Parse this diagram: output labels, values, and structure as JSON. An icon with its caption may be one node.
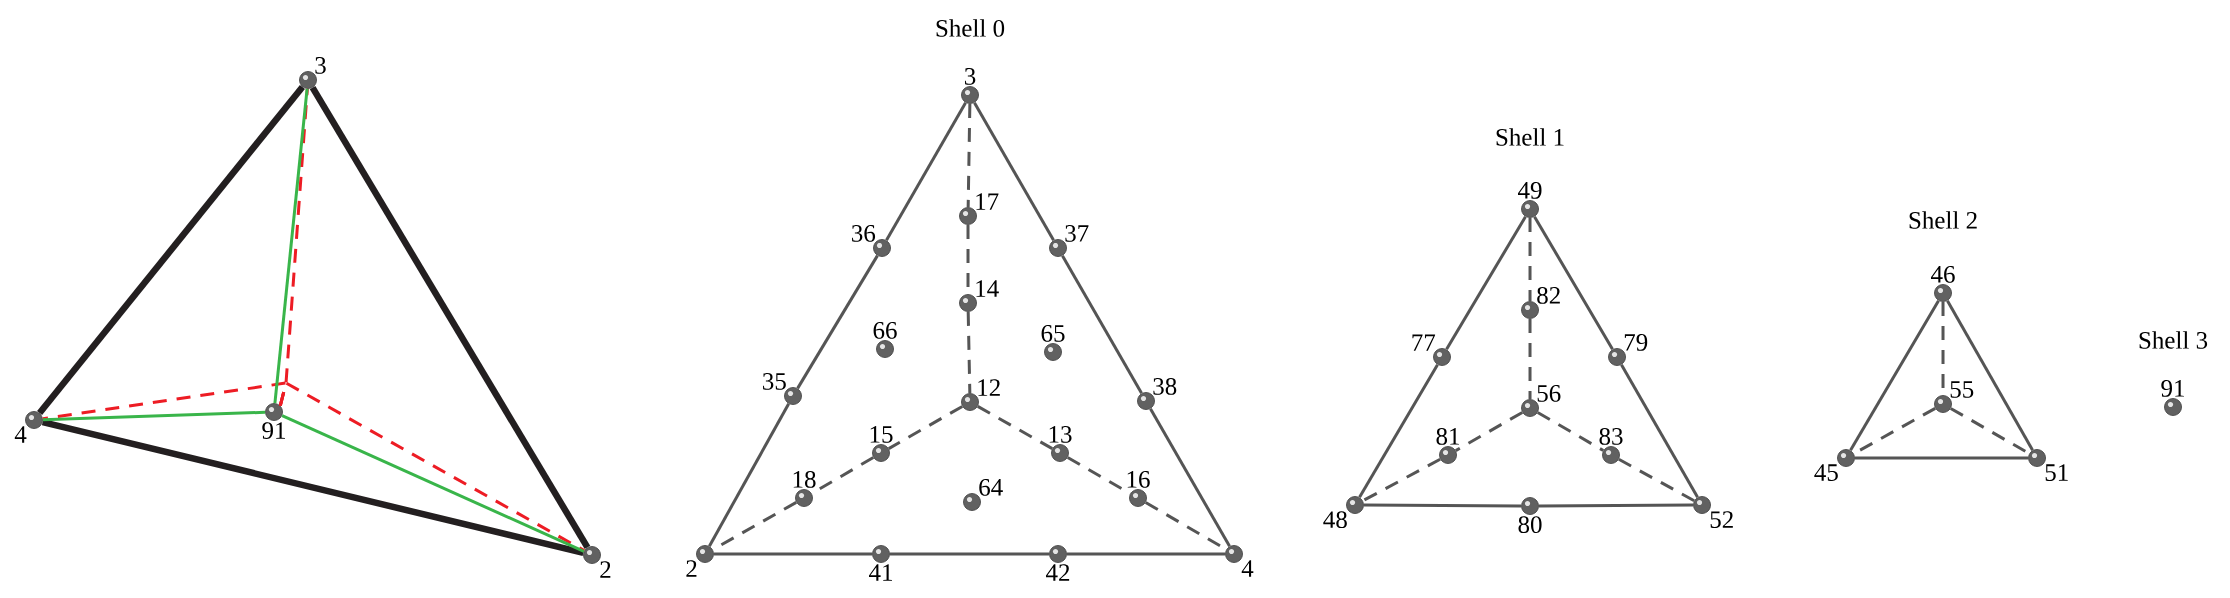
{
  "diagram": {
    "nodes": [
      {
        "text": [],
        "shape": "circle",
        "beside": [
          "3"
        ]
      },
      {
        "text": [],
        "shape": "circle",
        "beside": [
          "4"
        ]
      },
      {
        "text": [],
        "shape": "circle",
        "beside": [
          "91"
        ]
      },
      {
        "text": [],
        "shape": "circle",
        "beside": [
          "2"
        ]
      },
      {
        "text": [],
        "shape": "circle",
        "beside": [
          "3"
        ]
      },
      {
        "text": [],
        "shape": "circle",
        "beside": [
          "36"
        ]
      },
      {
        "text": [],
        "shape": "circle",
        "beside": [
          "17"
        ]
      },
      {
        "text": [],
        "shape": "circle",
        "beside": [
          "37"
        ]
      },
      {
        "text": [],
        "shape": "circle",
        "beside": [
          "14"
        ]
      },
      {
        "text": [],
        "shape": "circle",
        "beside": [
          "66"
        ]
      },
      {
        "text": [],
        "shape": "circle",
        "beside": [
          "65"
        ]
      },
      {
        "text": [],
        "shape": "circle",
        "beside": [
          "35"
        ]
      },
      {
        "text": [],
        "shape": "circle",
        "beside": [
          "12"
        ]
      },
      {
        "text": [],
        "shape": "circle",
        "beside": [
          "38"
        ]
      },
      {
        "text": [],
        "shape": "circle",
        "beside": [
          "15"
        ]
      },
      {
        "text": [],
        "shape": "circle",
        "beside": [
          "13"
        ]
      },
      {
        "text": [],
        "shape": "circle",
        "beside": [
          "18"
        ]
      },
      {
        "text": [],
        "shape": "circle",
        "beside": [
          "64"
        ]
      },
      {
        "text": [],
        "shape": "circle",
        "beside": [
          "16"
        ]
      },
      {
        "text": [],
        "shape": "circle",
        "beside": [
          "2"
        ]
      },
      {
        "text": [],
        "shape": "circle",
        "beside": [
          "41"
        ]
      },
      {
        "text": [],
        "shape": "circle",
        "beside": [
          "42"
        ]
      },
      {
        "text": [],
        "shape": "circle",
        "beside": [
          "4"
        ]
      },
      {
        "text": [],
        "shape": "circle",
        "beside": [
          "49"
        ]
      },
      {
        "text": [],
        "shape": "circle",
        "beside": [
          "82"
        ]
      },
      {
        "text": [],
        "shape": "circle",
        "beside": [
          "77"
        ]
      },
      {
        "text": [],
        "shape": "circle",
        "beside": [
          "79"
        ]
      },
      {
        "text": [],
        "shape": "circle",
        "beside": [
          "56"
        ]
      },
      {
        "text": [],
        "shape": "circle",
        "beside": [
          "81"
        ]
      },
      {
        "text": [],
        "shape": "circle",
        "beside": [
          "83"
        ]
      },
      {
        "text": [],
        "shape": "circle",
        "beside": [
          "48"
        ]
      },
      {
        "text": [],
        "shape": "circle",
        "beside": [
          "80"
        ]
      },
      {
        "text": [],
        "shape": "circle",
        "beside": [
          "52"
        ]
      },
      {
        "text": [],
        "shape": "circle",
        "beside": [
          "46"
        ]
      },
      {
        "text": [],
        "shape": "circle",
        "beside": [
          "55"
        ]
      },
      {
        "text": [],
        "shape": "circle",
        "beside": [
          "45"
        ]
      },
      {
        "text": [],
        "shape": "circle",
        "beside": [
          "51"
        ]
      },
      {
        "text": [],
        "shape": "circle",
        "beside": [
          "91"
        ]
      }
    ],
    "edges": [
      {
        "from": 0,
        "to": 1,
        "arrow": "none",
        "style": "thick",
        "color": "#231f20"
      },
      {
        "from": 1,
        "to": 3,
        "arrow": "none",
        "style": "thick",
        "color": "#231f20"
      },
      {
        "from": 0,
        "to": 3,
        "arrow": "none",
        "style": "thick",
        "color": "#231f20"
      },
      {
        "from": 2,
        "to": 0,
        "arrow": "none",
        "style": "dashed",
        "color": "#ed1c24"
      },
      {
        "from": 2,
        "to": 1,
        "arrow": "none",
        "style": "dashed",
        "color": "#ed1c24"
      },
      {
        "from": 2,
        "to": 3,
        "arrow": "none",
        "style": "dashed",
        "color": "#ed1c24"
      },
      {
        "from": 2,
        "to": 0,
        "arrow": "none",
        "color": "#39b54a"
      },
      {
        "from": 2,
        "to": 1,
        "arrow": "none",
        "color": "#39b54a"
      },
      {
        "from": 2,
        "to": 3,
        "arrow": "none",
        "color": "#39b54a"
      },
      {
        "from": 4,
        "to": 5,
        "arrow": "none"
      },
      {
        "from": 5,
        "to": 11,
        "arrow": "none"
      },
      {
        "from": 11,
        "to": 19,
        "arrow": "none"
      },
      {
        "from": 19,
        "to": 20,
        "arrow": "none"
      },
      {
        "from": 20,
        "to": 21,
        "arrow": "none"
      },
      {
        "from": 21,
        "to": 22,
        "arrow": "none"
      },
      {
        "from": 22,
        "to": 13,
        "arrow": "none"
      },
      {
        "from": 13,
        "to": 7,
        "arrow": "none"
      },
      {
        "from": 7,
        "to": 4,
        "arrow": "none"
      },
      {
        "from": 4,
        "to": 6,
        "arrow": "none",
        "style": "dashed"
      },
      {
        "from": 6,
        "to": 8,
        "arrow": "none",
        "style": "dashed"
      },
      {
        "from": 8,
        "to": 12,
        "arrow": "none",
        "style": "dashed"
      },
      {
        "from": 12,
        "to": 14,
        "arrow": "none",
        "style": "dashed"
      },
      {
        "from": 14,
        "to": 16,
        "arrow": "none",
        "style": "dashed"
      },
      {
        "from": 16,
        "to": 19,
        "arrow": "none",
        "style": "dashed"
      },
      {
        "from": 12,
        "to": 15,
        "arrow": "none",
        "style": "dashed"
      },
      {
        "from": 15,
        "to": 18,
        "arrow": "none",
        "style": "dashed"
      },
      {
        "from": 18,
        "to": 22,
        "arrow": "none",
        "style": "dashed"
      },
      {
        "from": 23,
        "to": 25,
        "arrow": "none"
      },
      {
        "from": 25,
        "to": 30,
        "arrow": "none"
      },
      {
        "from": 30,
        "to": 31,
        "arrow": "none"
      },
      {
        "from": 31,
        "to": 32,
        "arrow": "none"
      },
      {
        "from": 32,
        "to": 26,
        "arrow": "none"
      },
      {
        "from": 26,
        "to": 23,
        "arrow": "none"
      },
      {
        "from": 23,
        "to": 24,
        "arrow": "none",
        "style": "dashed"
      },
      {
        "from": 24,
        "to": 27,
        "arrow": "none",
        "style": "dashed"
      },
      {
        "from": 27,
        "to": 28,
        "arrow": "none",
        "style": "dashed"
      },
      {
        "from": 28,
        "to": 30,
        "arrow": "none",
        "style": "dashed"
      },
      {
        "from": 27,
        "to": 29,
        "arrow": "none",
        "style": "dashed"
      },
      {
        "from": 29,
        "to": 32,
        "arrow": "none",
        "style": "dashed"
      },
      {
        "from": 33,
        "to": 35,
        "arrow": "none"
      },
      {
        "from": 35,
        "to": 36,
        "arrow": "none"
      },
      {
        "from": 36,
        "to": 33,
        "arrow": "none"
      },
      {
        "from": 33,
        "to": 34,
        "arrow": "none",
        "style": "dashed"
      },
      {
        "from": 34,
        "to": 35,
        "arrow": "none",
        "style": "dashed"
      },
      {
        "from": 34,
        "to": 36,
        "arrow": "none",
        "style": "dashed"
      }
    ],
    "labels": [
      "Shell 0",
      "Shell 1",
      "Shell 2",
      "Shell 3"
    ]
  }
}
